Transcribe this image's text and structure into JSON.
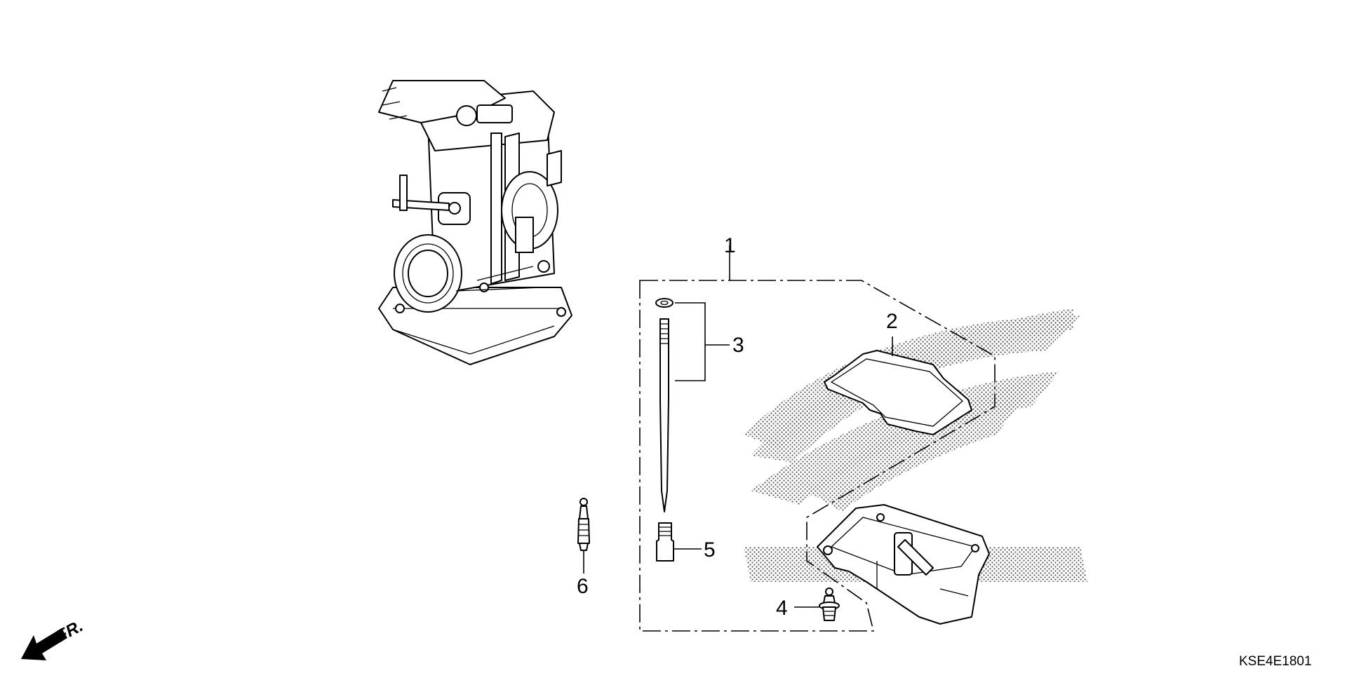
{
  "callouts": {
    "c1": "1",
    "c2": "2",
    "c3": "3",
    "c4": "4",
    "c5": "5",
    "c6": "6"
  },
  "front_marker": "FR.",
  "diagram_code": "KSE4E1801",
  "icons": {
    "front_arrow": "arrow-down-left-icon"
  }
}
